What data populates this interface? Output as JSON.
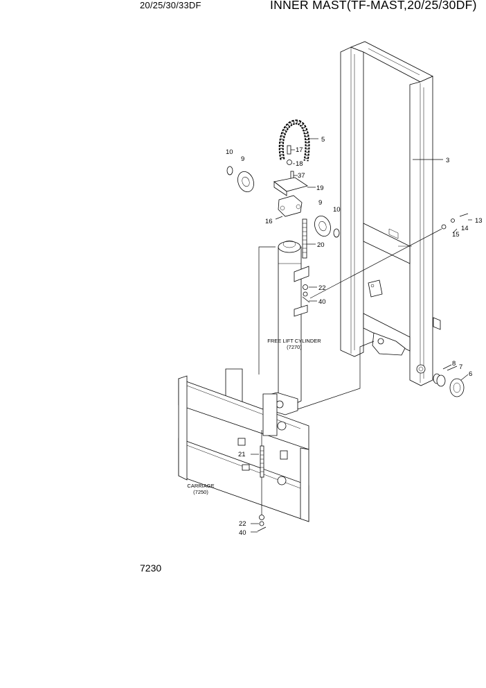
{
  "header": {
    "model": "20/25/30/33DF",
    "title": "INNER MAST(TF-MAST,20/25/30DF)"
  },
  "page_code": "7230",
  "callouts": {
    "c3": "3",
    "c5": "5",
    "c6": "6",
    "c7": "7",
    "c8": "8",
    "c9a": "9",
    "c9b": "9",
    "c10a": "10",
    "c10b": "10",
    "c13": "13",
    "c14": "14",
    "c15": "15",
    "c16": "16",
    "c17": "17",
    "c18": "18",
    "c19": "19",
    "c20": "20",
    "c21": "21",
    "c22a": "22",
    "c22b": "22",
    "c37": "37",
    "c40a": "40",
    "c40b": "40"
  },
  "assemblies": {
    "cylinder_name": "FREE LIFT CYLINDER",
    "cylinder_ref": "(7270)",
    "carriage_name": "CARRIAGE",
    "carriage_ref": "(7250)"
  }
}
